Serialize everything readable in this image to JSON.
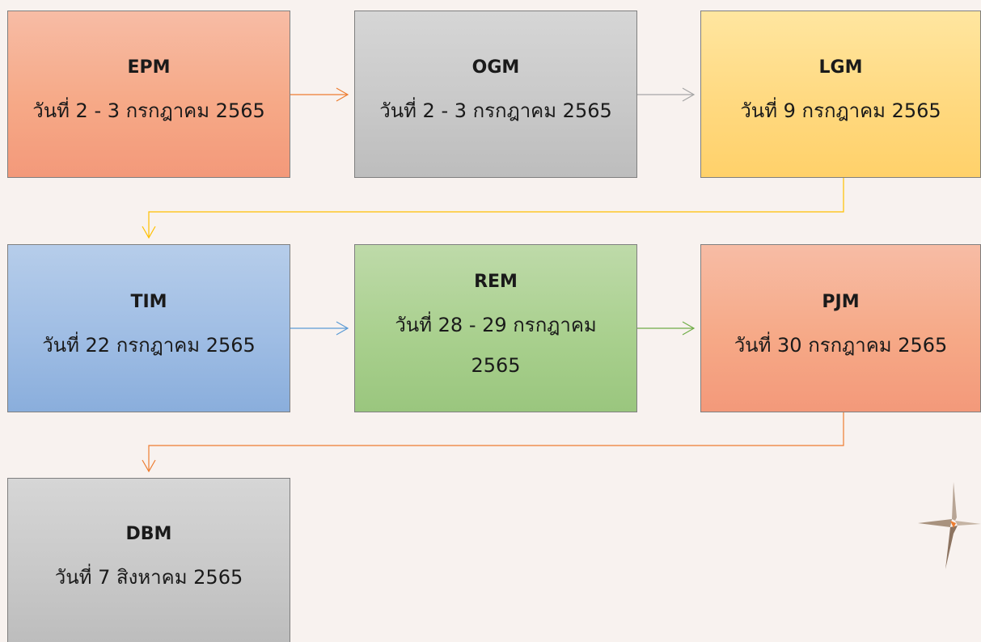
{
  "boxes": [
    {
      "code": "EPM",
      "date": "วันที่ 2 - 3 กรกฎาคม 2565"
    },
    {
      "code": "OGM",
      "date": "วันที่ 2 - 3 กรกฎาคม 2565"
    },
    {
      "code": "LGM",
      "date": "วันที่ 9 กรกฎาคม 2565"
    },
    {
      "code": "TIM",
      "date": "วันที่ 22 กรกฎาคม 2565"
    },
    {
      "code": "REM",
      "date": "วันที่ 28 - 29 กรกฎาคม 2565"
    },
    {
      "code": "PJM",
      "date": "วันที่ 30 กรกฎาคม 2565"
    },
    {
      "code": "DBM",
      "date": "วันที่ 7 สิงหาคม 2565"
    }
  ],
  "colors": {
    "background": "#f8f2ef",
    "orange": "#f6a987",
    "gray": "#c9c9c9",
    "yellow": "#ffd980",
    "blue": "#9fbde4",
    "green": "#a9d08e",
    "arrow_orange": "#ed7d31",
    "arrow_gray": "#a6a6a6",
    "arrow_yellow": "#ffc000",
    "arrow_blue": "#5b9bd5",
    "arrow_green": "#70ad47"
  },
  "decoration": {
    "icon": "four-point-star-icon"
  }
}
